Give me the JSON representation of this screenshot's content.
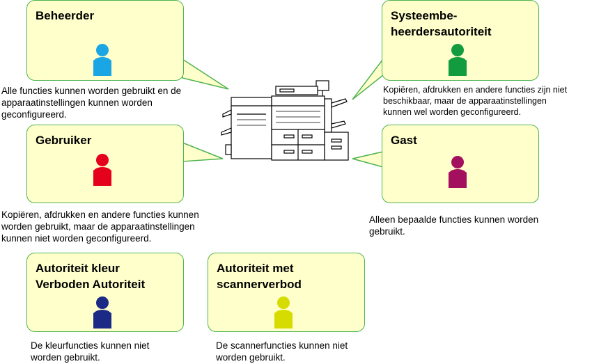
{
  "colors": {
    "bubble_fill": "#ffffcc",
    "bubble_border": "#4fb34f",
    "beheerder": "#1aa6e4",
    "systeembeheerder": "#139b3f",
    "gebruiker": "#e5001c",
    "gast": "#a3115e",
    "autoriteit_kleur": "#1b2a84",
    "autoriteit_scanner": "#d7dc00"
  },
  "roles": {
    "beheerder": {
      "title": "Beheerder",
      "description": "Alle functies kunnen worden gebruikt en de\napparaatinstellingen kunnen worden\ngeconfigureerd."
    },
    "systeembeheerder": {
      "title": "Systeembe-\nheerdersautoriteit",
      "description": "Kopiëren, afdrukken en andere functies zijn niet\nbeschikbaar, maar de apparaatinstellingen\nkunnen wel worden geconfigureerd."
    },
    "gebruiker": {
      "title": "Gebruiker",
      "description": "Kopiëren, afdrukken en andere functies kunnen\nworden gebruikt, maar de apparaatinstellingen\nkunnen niet worden geconfigureerd."
    },
    "gast": {
      "title": "Gast",
      "description": "Alleen bepaalde functies kunnen worden\ngebruikt."
    },
    "autoriteit_kleur": {
      "title": "Autoriteit kleur\nVerboden Autoriteit",
      "description": "De kleurfuncties kunnen niet\nworden gebruikt."
    },
    "autoriteit_scanner": {
      "title": "Autoriteit met\nscannerverbod",
      "description": "De scannerfuncties kunnen niet\nworden gebruikt."
    }
  },
  "icons": {
    "person": "person-icon",
    "printer": "printer-icon"
  }
}
